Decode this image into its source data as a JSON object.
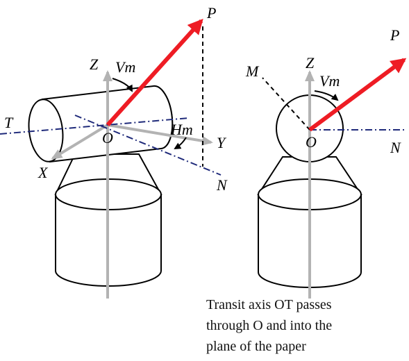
{
  "colors": {
    "vector": "#ee1c24",
    "axis_gray": "#b3b3b3",
    "dashdot_blue": "#1f2a7a",
    "outline": "#000000"
  },
  "left_view": {
    "labels": {
      "P": "P",
      "Z": "Z",
      "Vm": "Vm",
      "T": "T",
      "O": "O",
      "Hm": "Hm",
      "Y": "Y",
      "X": "X",
      "N": "N"
    }
  },
  "right_view": {
    "labels": {
      "P": "P",
      "M": "M",
      "Z": "Z",
      "Vm": "Vm",
      "O": "O",
      "N": "N"
    }
  },
  "caption": {
    "line1": "Transit axis OT passes",
    "line2": "through O and into the",
    "line3": "plane of the paper"
  }
}
